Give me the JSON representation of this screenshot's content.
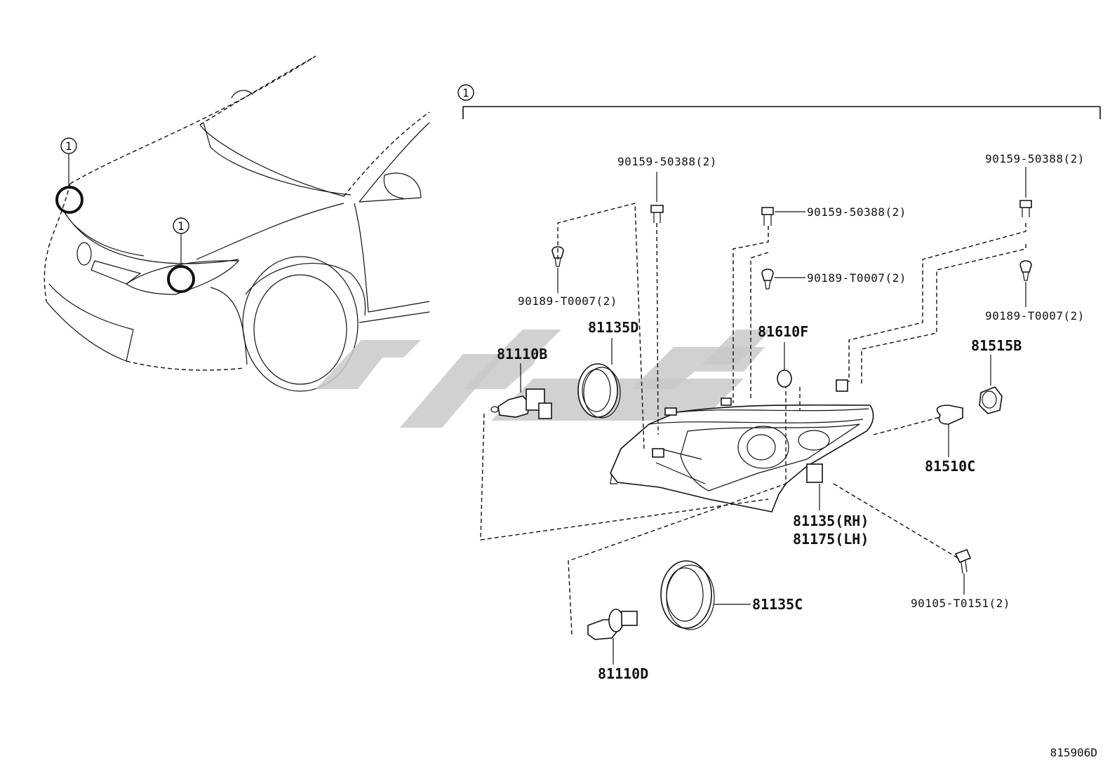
{
  "callout": {
    "ref": "1"
  },
  "labels": {
    "p_90159_a": "90159-50388(2)",
    "p_90159_b": "90159-50388(2)",
    "p_90159_c": "90159-50388(2)",
    "p_90189_a": "90189-T0007(2)",
    "p_90189_b": "90189-T0007(2)",
    "p_90189_c": "90189-T0007(2)",
    "p_81135D": "81135D",
    "p_81110B": "81110B",
    "p_81610F": "81610F",
    "p_81515B": "81515B",
    "p_81510C": "81510C",
    "p_81135_rh": "81135(RH)",
    "p_81175_lh": "81175(LH)",
    "p_90105": "90105-T0151(2)",
    "p_81135C": "81135C",
    "p_81110D": "81110D"
  },
  "footer": {
    "code": "815906D"
  }
}
